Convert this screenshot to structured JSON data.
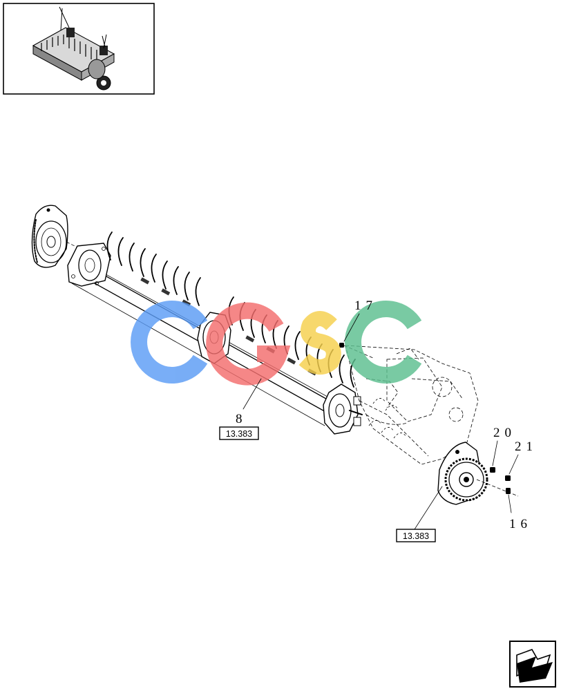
{
  "callouts": [
    {
      "id": "part-8",
      "label": "8"
    },
    {
      "id": "part-17",
      "label": "17"
    },
    {
      "id": "part-20",
      "label": "20"
    },
    {
      "id": "part-21",
      "label": "21"
    },
    {
      "id": "part-16",
      "label": "16"
    }
  ],
  "references": {
    "rotor": "13.383",
    "drive_plate": "13.383"
  },
  "watermark": {
    "letters": [
      "C",
      "G",
      "S",
      "C"
    ],
    "colors": [
      "#5b9cf5",
      "#f36d6d",
      "#f6d04d",
      "#5cbf8f"
    ]
  },
  "icons": {
    "thumbnail": "overview-machine-thumbnail",
    "nav": "page-arrow-icon"
  }
}
